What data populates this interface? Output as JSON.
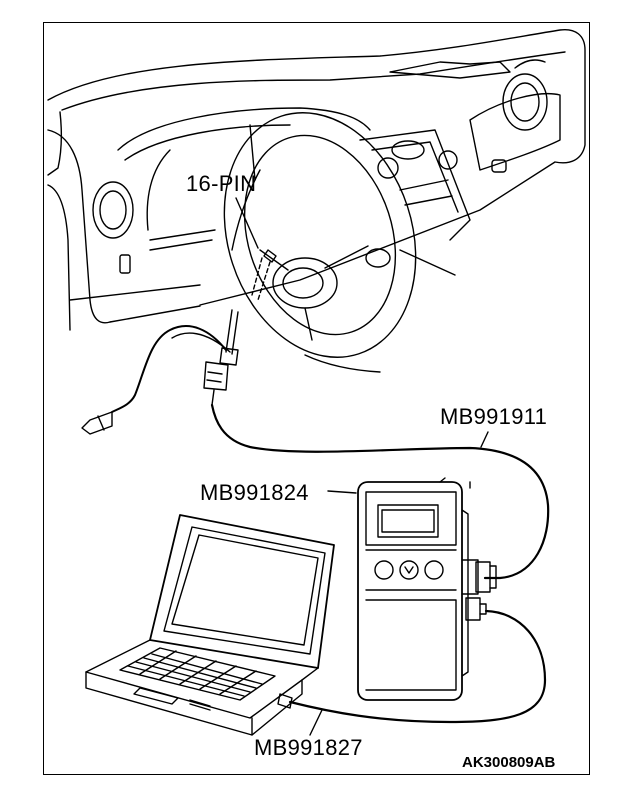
{
  "labels": {
    "connector": "16-PIN",
    "cable_main": "MB991911",
    "tester": "MB991824",
    "cable_usb": "MB991827"
  },
  "figure_code": "AK300809AB",
  "line_color": "#000000",
  "background": "#ffffff"
}
